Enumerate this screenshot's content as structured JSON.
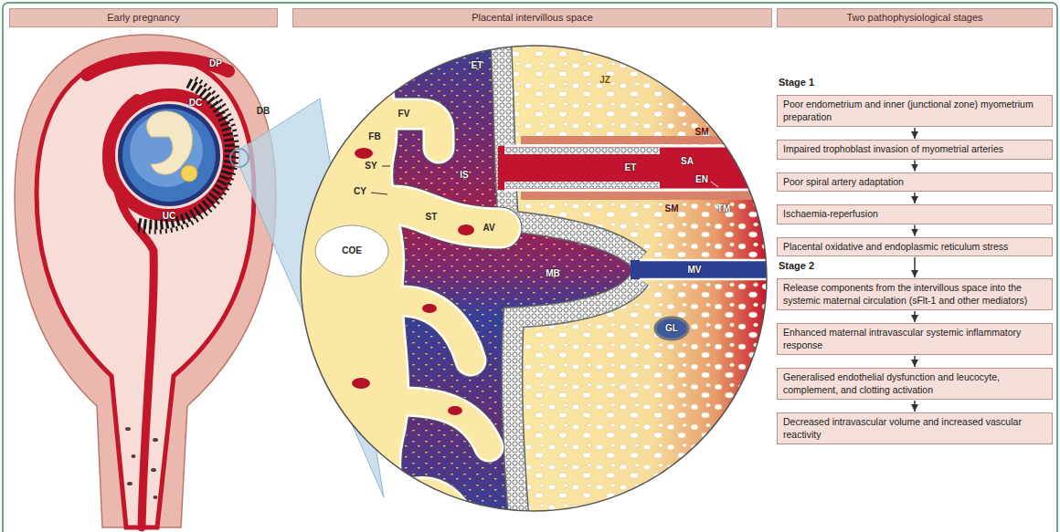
{
  "diagram": {
    "nodes": [
      {
        "text": [
          "Early pregnancy"
        ]
      },
      {
        "text": [
          "Placental intervillous space"
        ]
      },
      {
        "text": [
          "Two pathophysiological stages"
        ]
      },
      {
        "text": [
          "Poor endometrium and inner (junctional zone) myometrium preparation"
        ]
      },
      {
        "text": [
          "Impaired trophoblast invasion of myometrial arteries"
        ]
      },
      {
        "text": [
          "Poor spiral artery adaptation"
        ]
      },
      {
        "text": [
          "Ischaemia-reperfusion"
        ]
      },
      {
        "text": [
          "Placental oxidative and endoplasmic reticulum stress"
        ]
      },
      {
        "text": [
          "Release components from the intervillous space into the systemic maternal circulation (sFlt-1 and other mediators)"
        ]
      },
      {
        "text": [
          "Enhanced maternal intravascular systemic inflammatory response"
        ]
      },
      {
        "text": [
          "Generalised endothelial dysfunction and leucocyte, complement, and clotting activation"
        ]
      },
      {
        "text": [
          "Decreased intravascular volume and increased vascular reactivity"
        ]
      }
    ],
    "edges": [
      {
        "from": 3,
        "to": 4,
        "arrow": "to"
      },
      {
        "from": 4,
        "to": 5,
        "arrow": "to"
      },
      {
        "from": 5,
        "to": 6,
        "arrow": "to"
      },
      {
        "from": 6,
        "to": 7,
        "arrow": "to"
      },
      {
        "from": 7,
        "to": 8,
        "arrow": "to"
      },
      {
        "from": 8,
        "to": 9,
        "arrow": "to"
      },
      {
        "from": 9,
        "to": 10,
        "arrow": "to"
      },
      {
        "from": 10,
        "to": 11,
        "arrow": "to"
      }
    ],
    "labels": [
      "Stage 1",
      "Stage 2",
      "DP",
      "DC",
      "DB",
      "UC",
      "ET",
      "FV",
      "FB",
      "SY",
      "CY",
      "IS",
      "JZ",
      "SM",
      "ET",
      "SA",
      "EN",
      "SM",
      "TM",
      "ST",
      "AV",
      "COE",
      "MB",
      "MV",
      "GL"
    ]
  }
}
